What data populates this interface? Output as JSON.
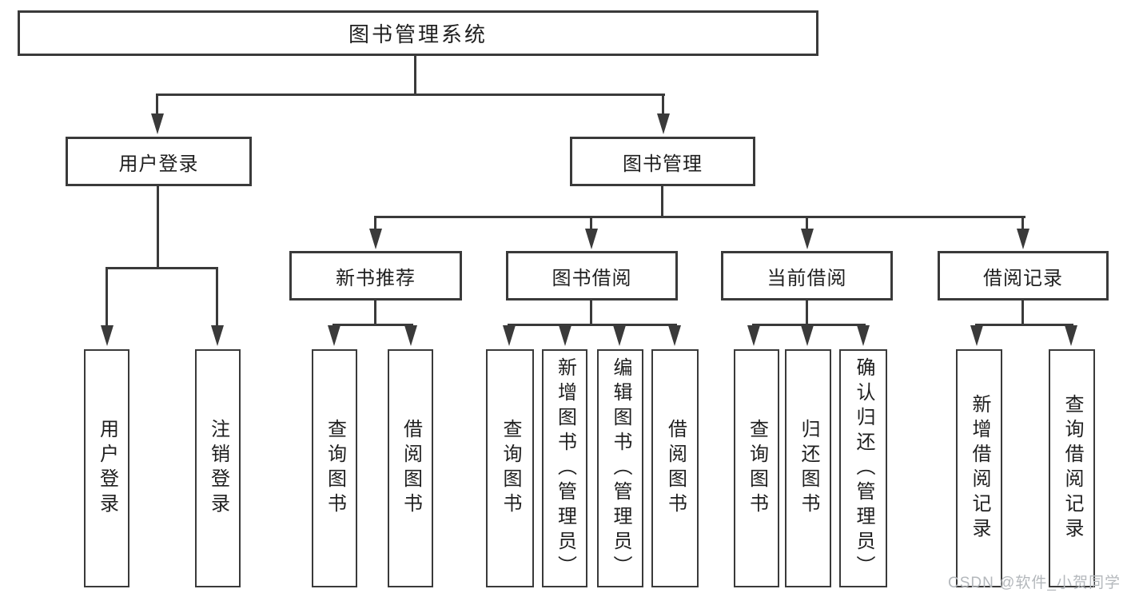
{
  "diagram_title": "图书管理系统",
  "root": {
    "label": "图书管理系统",
    "children": [
      {
        "label": "用户登录",
        "children": [
          {
            "label": "用户登录"
          },
          {
            "label": "注销登录"
          }
        ]
      },
      {
        "label": "图书管理",
        "children": [
          {
            "label": "新书推荐",
            "children": [
              {
                "label": "查询图书"
              },
              {
                "label": "借阅图书"
              }
            ]
          },
          {
            "label": "图书借阅",
            "children": [
              {
                "label": "查询图书"
              },
              {
                "label": "新增图书（管理员）"
              },
              {
                "label": "编辑图书（管理员）"
              },
              {
                "label": "借阅图书"
              }
            ]
          },
          {
            "label": "当前借阅",
            "children": [
              {
                "label": "查询图书"
              },
              {
                "label": "归还图书"
              },
              {
                "label": "确认归还（管理员）"
              }
            ]
          },
          {
            "label": "借阅记录",
            "children": [
              {
                "label": "新增借阅记录"
              },
              {
                "label": "查询借阅记录"
              }
            ]
          }
        ]
      }
    ]
  },
  "watermark": {
    "text": "CSDN @软件_小贺同学"
  },
  "colors": {
    "line": "#3a3a3a",
    "text": "#1f1f1f",
    "watermark_text": "#b4b8bc",
    "background": "#ffffff"
  }
}
